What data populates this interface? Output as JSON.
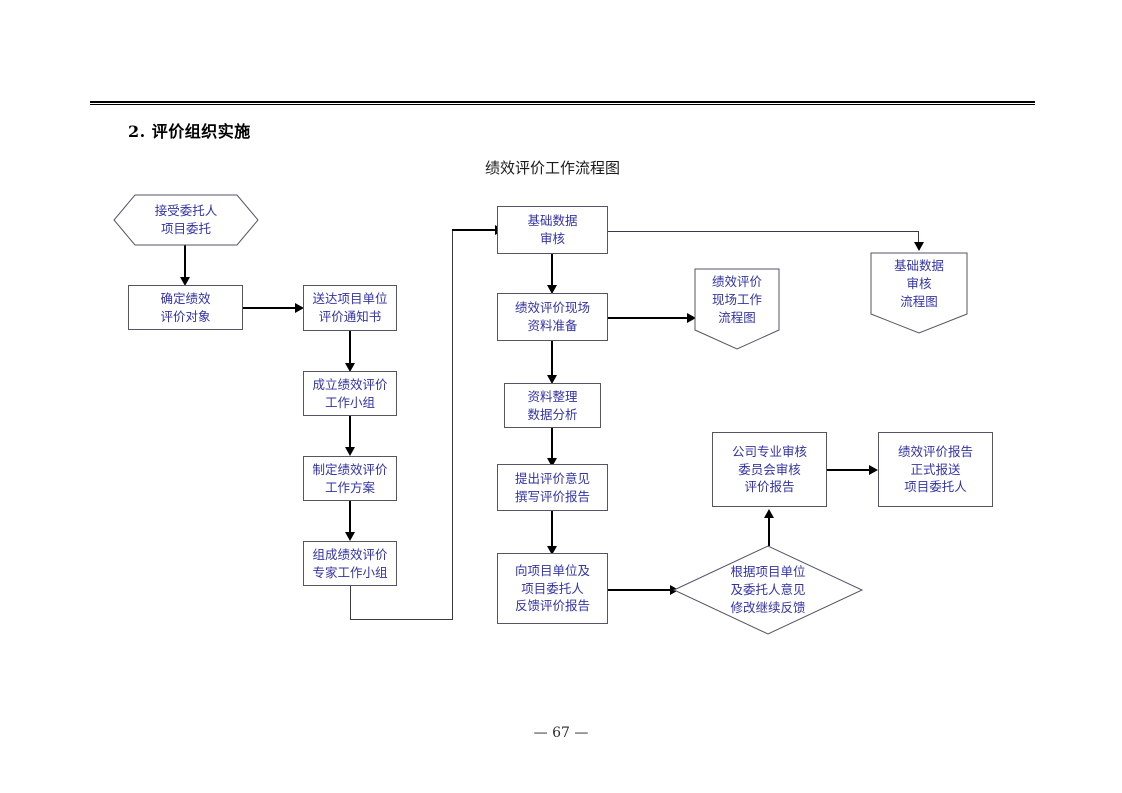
{
  "document": {
    "section_heading": "2. 评价组织实施",
    "chart_title": "绩效评价工作流程图",
    "page_number": "— 67 —"
  },
  "flowchart": {
    "type": "flowchart",
    "nodes": [
      {
        "id": "accept-commission",
        "shape": "hexagon",
        "lines": [
          "接受委托人",
          "项目委托"
        ]
      },
      {
        "id": "determine-target",
        "shape": "rect",
        "lines": [
          "确定绩效",
          "评价对象"
        ]
      },
      {
        "id": "deliver-notice",
        "shape": "rect",
        "lines": [
          "送达项目单位",
          "评价通知书"
        ]
      },
      {
        "id": "establish-workgroup",
        "shape": "rect",
        "lines": [
          "成立绩效评价",
          "工作小组"
        ]
      },
      {
        "id": "make-workplan",
        "shape": "rect",
        "lines": [
          "制定绩效评价",
          "工作方案"
        ]
      },
      {
        "id": "form-expert-group",
        "shape": "rect",
        "lines": [
          "组成绩效评价",
          "专家工作小组"
        ]
      },
      {
        "id": "basic-data-review",
        "shape": "rect",
        "lines": [
          "基础数据",
          "审核"
        ]
      },
      {
        "id": "onsite-material-prep",
        "shape": "rect",
        "lines": [
          "绩效评价现场",
          "资料准备"
        ]
      },
      {
        "id": "data-organize-analysis",
        "shape": "rect",
        "lines": [
          "资料整理",
          "数据分析"
        ]
      },
      {
        "id": "write-report",
        "shape": "rect",
        "lines": [
          "提出评价意见",
          "撰写评价报告"
        ]
      },
      {
        "id": "feedback-report",
        "shape": "rect",
        "lines": [
          "向项目单位及",
          "项目委托人",
          "反馈评价报告"
        ]
      },
      {
        "id": "onsite-flow-doc",
        "shape": "pentagon",
        "lines": [
          "绩效评价",
          "现场工作",
          "流程图"
        ]
      },
      {
        "id": "basic-data-flow-doc",
        "shape": "pentagon",
        "lines": [
          "基础数据",
          "审核",
          "流程图"
        ]
      },
      {
        "id": "committee-review",
        "shape": "rect",
        "lines": [
          "公司专业审核",
          "委员会审核",
          "评价报告"
        ]
      },
      {
        "id": "formal-submission",
        "shape": "rect",
        "lines": [
          "绩效评价报告",
          "正式报送",
          "项目委托人"
        ]
      },
      {
        "id": "revise-decision",
        "shape": "diamond",
        "lines": [
          "根据项目单位",
          "及委托人意见",
          "修改继续反馈"
        ]
      }
    ],
    "edges": [
      {
        "from": "accept-commission",
        "to": "determine-target"
      },
      {
        "from": "determine-target",
        "to": "deliver-notice"
      },
      {
        "from": "deliver-notice",
        "to": "establish-workgroup"
      },
      {
        "from": "establish-workgroup",
        "to": "make-workplan"
      },
      {
        "from": "make-workplan",
        "to": "form-expert-group"
      },
      {
        "from": "form-expert-group",
        "to": "basic-data-review"
      },
      {
        "from": "basic-data-review",
        "to": "onsite-material-prep"
      },
      {
        "from": "basic-data-review",
        "to": "basic-data-flow-doc"
      },
      {
        "from": "onsite-material-prep",
        "to": "data-organize-analysis"
      },
      {
        "from": "onsite-material-prep",
        "to": "onsite-flow-doc"
      },
      {
        "from": "data-organize-analysis",
        "to": "write-report"
      },
      {
        "from": "write-report",
        "to": "feedback-report"
      },
      {
        "from": "feedback-report",
        "to": "revise-decision"
      },
      {
        "from": "revise-decision",
        "to": "committee-review"
      },
      {
        "from": "committee-review",
        "to": "formal-submission"
      }
    ]
  },
  "colors": {
    "node_text": "#3333a6",
    "node_border": "#555566",
    "connector": "#000000",
    "page_background": "#ffffff"
  }
}
